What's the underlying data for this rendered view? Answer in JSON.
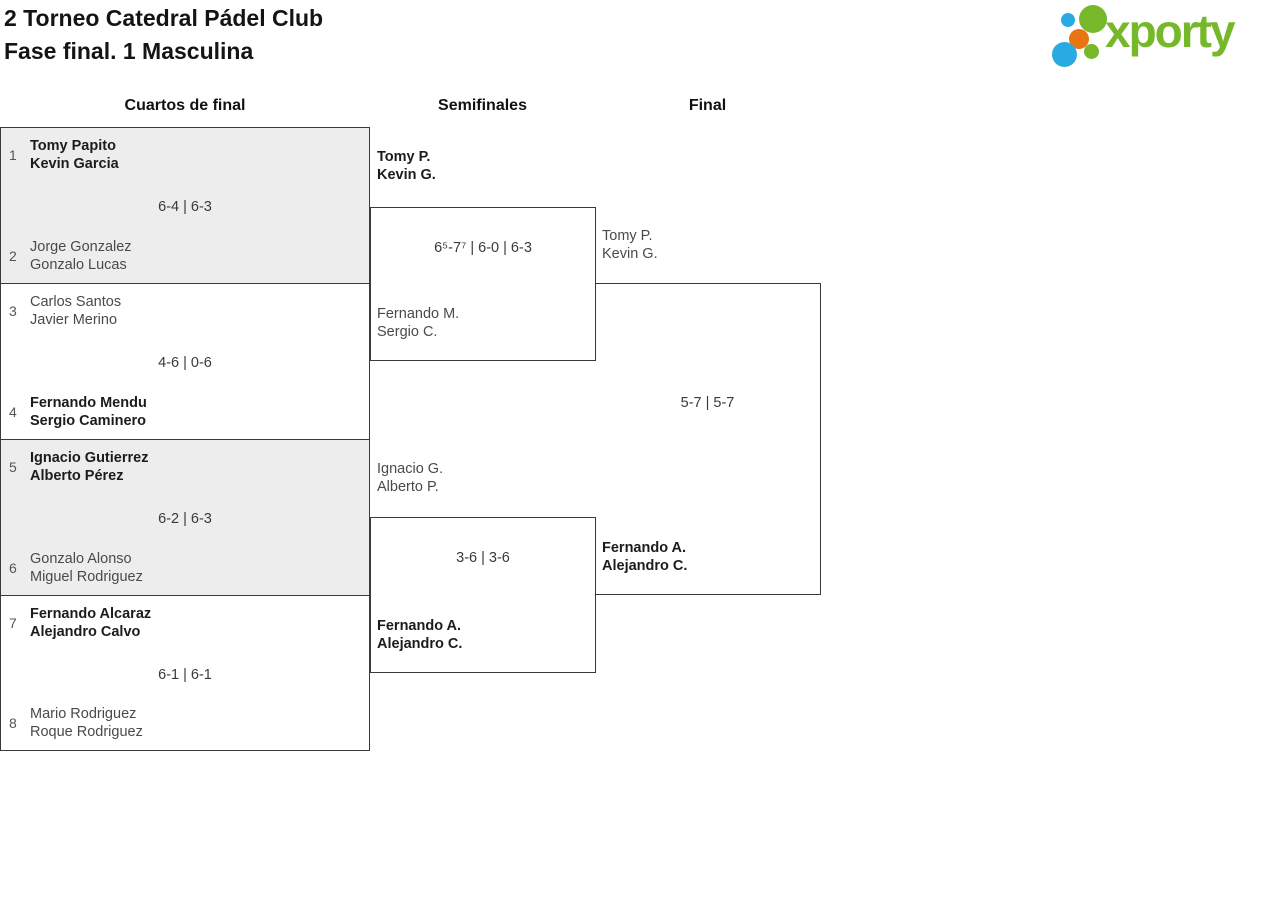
{
  "page": {
    "title_line1": "2 Torneo Catedral Pádel Club",
    "title_line2": "Fase final. 1 Masculina"
  },
  "logo": {
    "text": "xporty"
  },
  "round_headers": {
    "quarterfinals": "Cuartos de final",
    "semifinals": "Semifinales",
    "final": "Final"
  },
  "quarterfinals": [
    {
      "seed_top": "1",
      "team_top": {
        "p1": "Tomy Papito",
        "p2": "Kevin Garcia"
      },
      "score": "6-4 | 6-3",
      "seed_bottom": "2",
      "team_bottom": {
        "p1": "Jorge Gonzalez",
        "p2": "Gonzalo Lucas"
      },
      "winner": "top"
    },
    {
      "seed_top": "3",
      "team_top": {
        "p1": "Carlos Santos",
        "p2": "Javier Merino"
      },
      "score": "4-6 | 0-6",
      "seed_bottom": "4",
      "team_bottom": {
        "p1": "Fernando Mendu",
        "p2": "Sergio Caminero"
      },
      "winner": "bottom"
    },
    {
      "seed_top": "5",
      "team_top": {
        "p1": "Ignacio Gutierrez",
        "p2": "Alberto Pérez"
      },
      "score": "6-2 | 6-3",
      "seed_bottom": "6",
      "team_bottom": {
        "p1": "Gonzalo Alonso",
        "p2": "Miguel Rodriguez"
      },
      "winner": "top"
    },
    {
      "seed_top": "7",
      "team_top": {
        "p1": "Fernando Alcaraz",
        "p2": "Alejandro Calvo"
      },
      "score": "6-1 | 6-1",
      "seed_bottom": "8",
      "team_bottom": {
        "p1": "Mario Rodriguez",
        "p2": "Roque Rodriguez"
      },
      "winner": "bottom"
    }
  ],
  "semifinals": [
    {
      "team_top": {
        "p1": "Tomy P.",
        "p2": "Kevin G."
      },
      "score": "6⁵-7⁷ | 6-0 | 6-3",
      "team_bottom": {
        "p1": "Fernando M.",
        "p2": "Sergio C."
      },
      "winner": "top"
    },
    {
      "team_top": {
        "p1": "Ignacio G.",
        "p2": "Alberto P."
      },
      "score": "3-6 | 3-6",
      "team_bottom": {
        "p1": "Fernando A.",
        "p2": "Alejandro C."
      },
      "winner": "bottom"
    }
  ],
  "final": {
    "team_top": {
      "p1": "Tomy P.",
      "p2": "Kevin G."
    },
    "score": "5-7 | 5-7",
    "team_bottom": {
      "p1": "Fernando A.",
      "p2": "Alejandro C."
    },
    "winner": "bottom"
  },
  "colors": {
    "logo_green": "#76b82a",
    "logo_blue": "#29abe2",
    "logo_orange": "#e87511",
    "shaded_box": "#ededed",
    "box_border": "#3a3a3a",
    "winner_text": "#1c1c1c",
    "loser_text": "#4a4a4a"
  }
}
